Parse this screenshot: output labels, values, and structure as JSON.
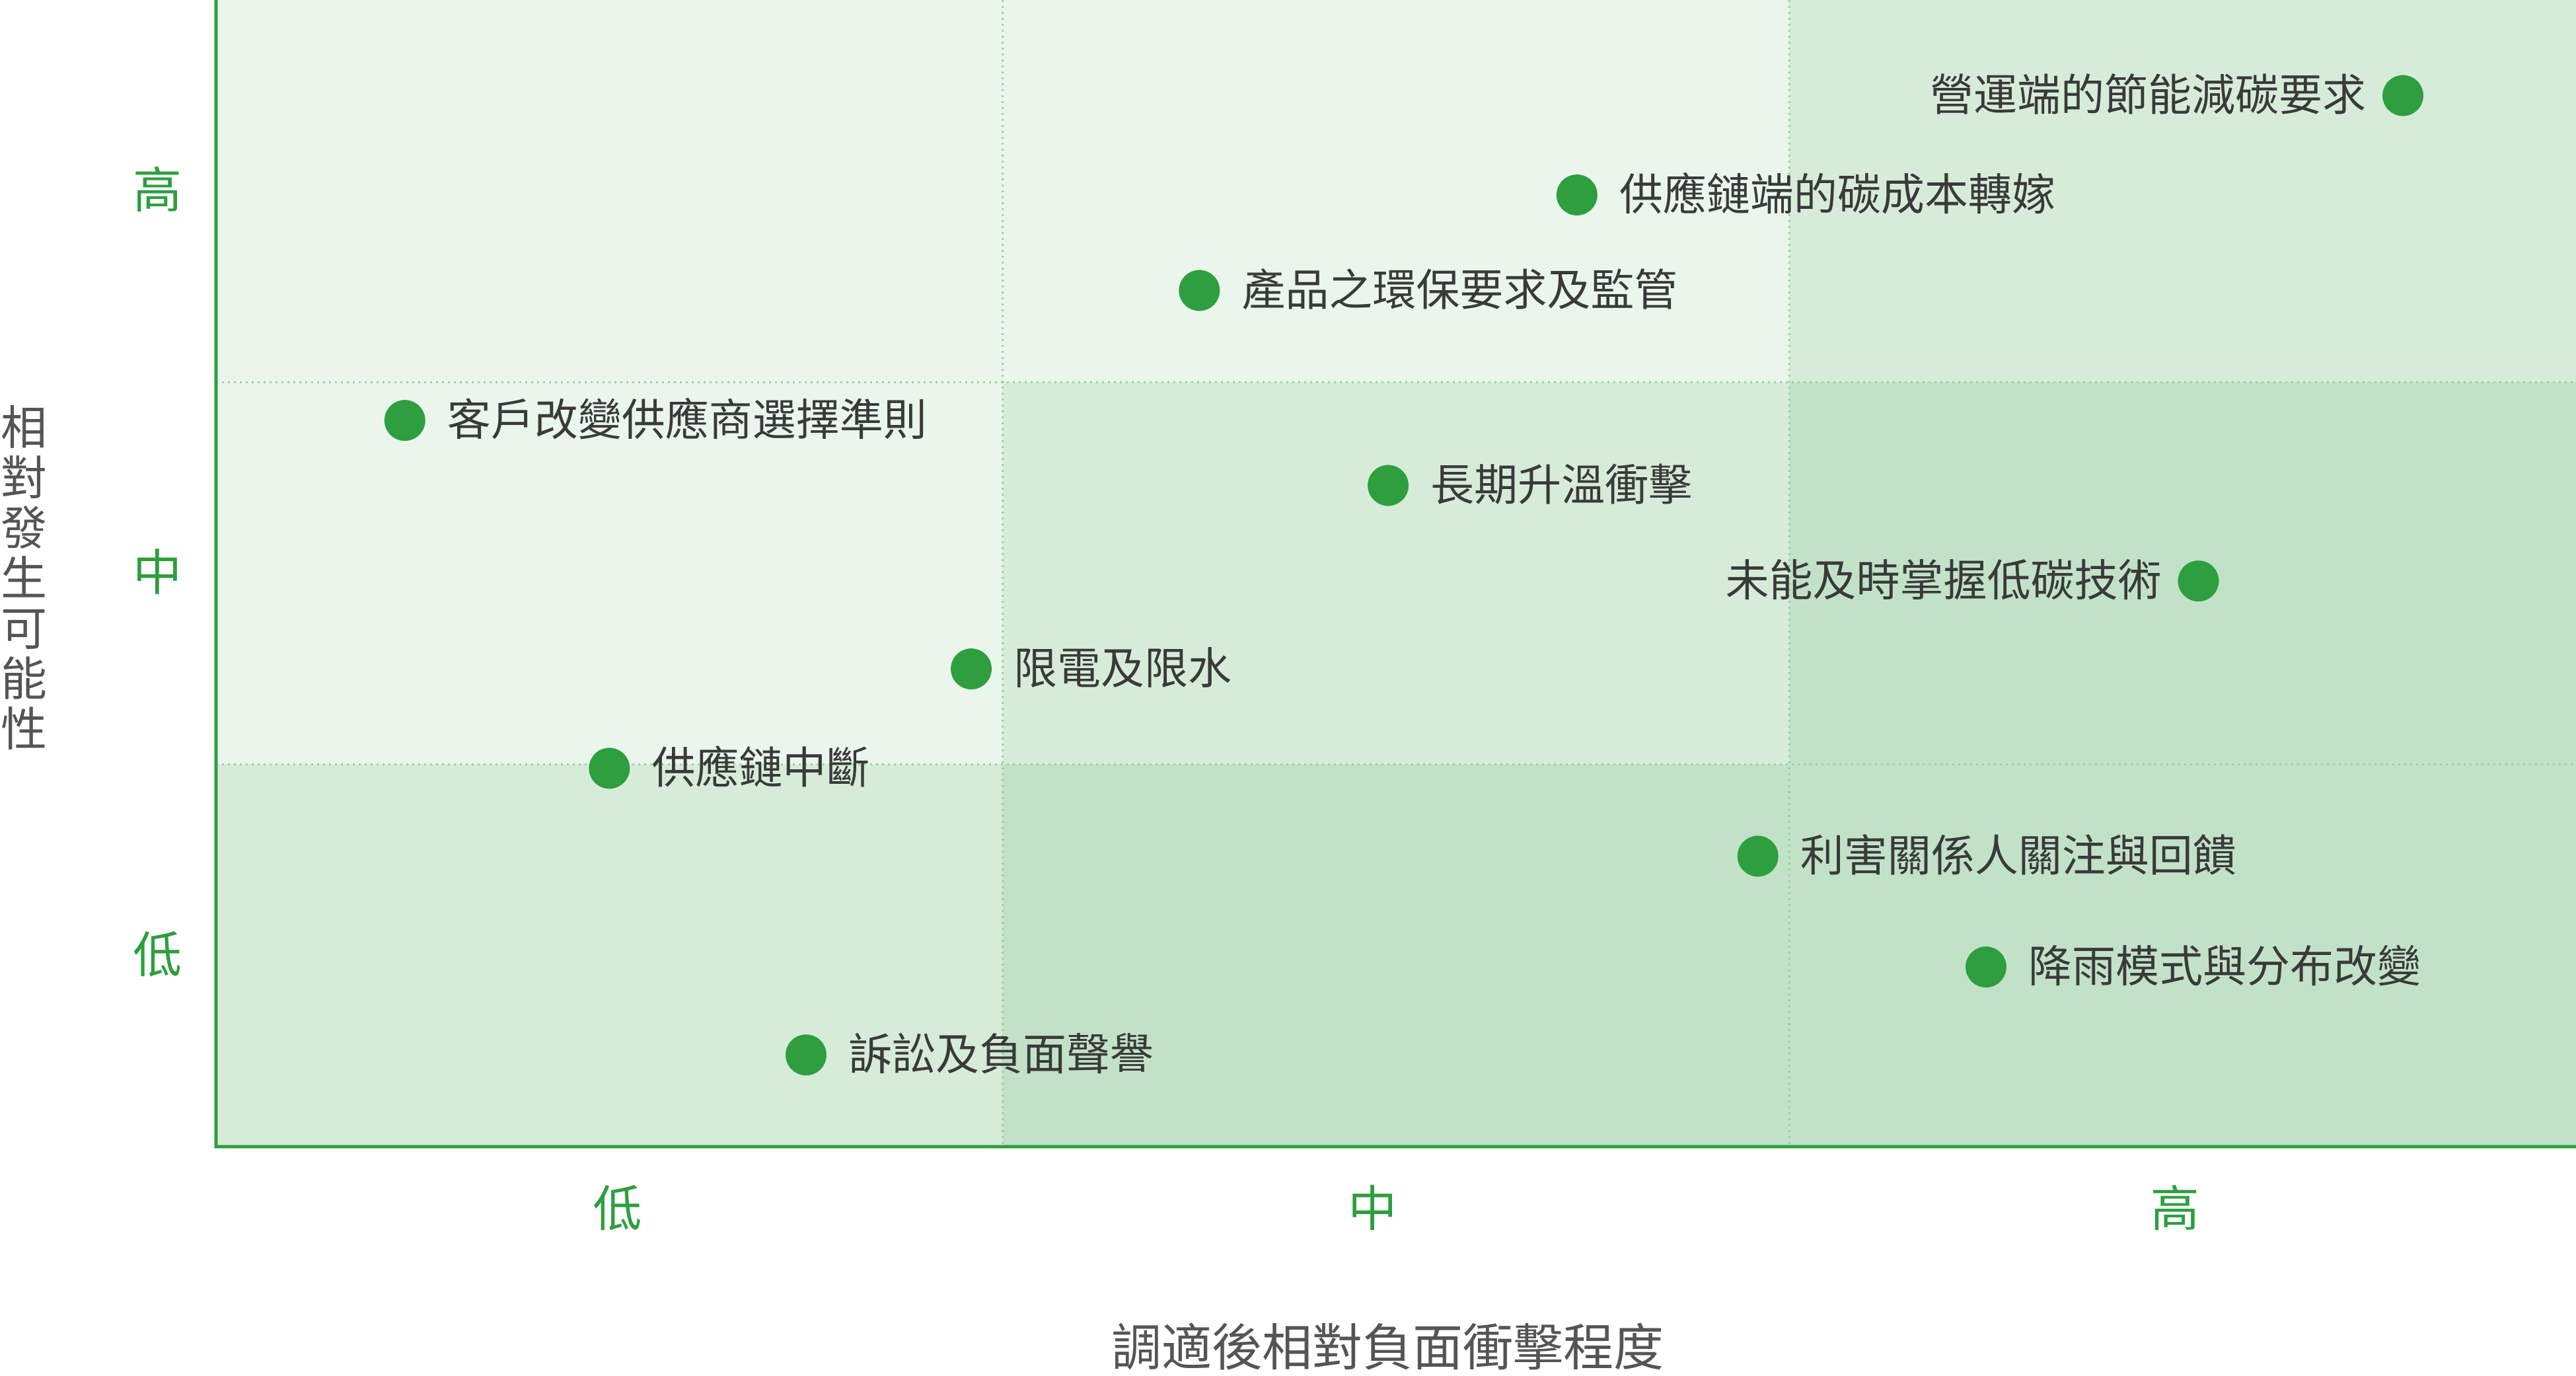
{
  "chart_data": {
    "type": "scatter",
    "title": "",
    "xlabel": "調適後相對負面衝擊程度",
    "ylabel": "相對發生可能性",
    "x_levels": [
      "低",
      "中",
      "高"
    ],
    "y_levels": [
      "低",
      "中",
      "高"
    ],
    "xlim": [
      0,
      3
    ],
    "ylim": [
      0,
      3
    ],
    "grid": true,
    "legend": "none",
    "zone_colors": {
      "lightest": "#eaf5ec",
      "light": "#d6ecd9",
      "medium": "#c2e2c7"
    },
    "zones": [
      [
        "lightest",
        "lightest",
        "light"
      ],
      [
        "lightest",
        "light",
        "medium"
      ],
      [
        "light",
        "medium",
        "medium"
      ]
    ],
    "point_color": "#2e9e3f",
    "axis_color": "#2e9e3f",
    "level_label_color": "#2e9e3f",
    "label_text_color": "#3a3a3a",
    "points": [
      {
        "label": "營運端的節能減碳要求",
        "x": 2.78,
        "y": 2.75,
        "label_side": "left"
      },
      {
        "label": "供應鏈端的碳成本轉嫁",
        "x": 1.73,
        "y": 2.49,
        "label_side": "right"
      },
      {
        "label": "產品之環保要求及監管",
        "x": 1.25,
        "y": 2.24,
        "label_side": "right"
      },
      {
        "label": "客戶改變供應商選擇準則",
        "x": 0.24,
        "y": 1.9,
        "label_side": "right"
      },
      {
        "label": "長期升溫衝擊",
        "x": 1.49,
        "y": 1.73,
        "label_side": "right"
      },
      {
        "label": "未能及時掌握低碳技術",
        "x": 2.52,
        "y": 1.48,
        "label_side": "left"
      },
      {
        "label": "限電及限水",
        "x": 0.96,
        "y": 1.25,
        "label_side": "right"
      },
      {
        "label": "供應鏈中斷",
        "x": 0.5,
        "y": 0.99,
        "label_side": "right"
      },
      {
        "label": "利害關係人關注與回饋",
        "x": 1.96,
        "y": 0.76,
        "label_side": "right"
      },
      {
        "label": "降雨模式與分布改變",
        "x": 2.25,
        "y": 0.47,
        "label_side": "right"
      },
      {
        "label": "訴訟及負面聲譽",
        "x": 0.75,
        "y": 0.24,
        "label_side": "right"
      }
    ]
  }
}
